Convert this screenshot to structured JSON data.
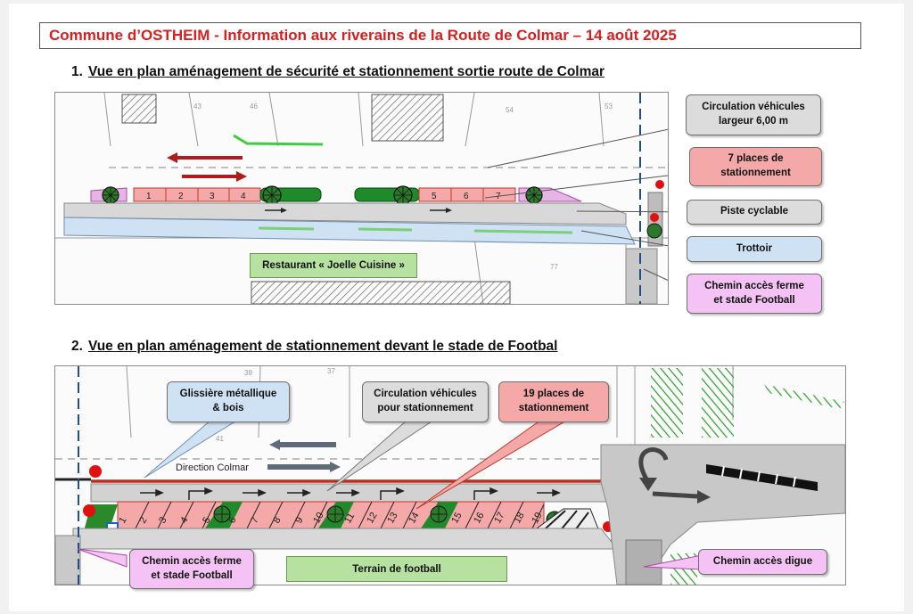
{
  "header": {
    "title": "Commune d’OSTHEIM - Information aux riverains de la Route de Colmar – 14 août 2025"
  },
  "section1": {
    "number": "1.",
    "title": "Vue en plan aménagement de sécurité et stationnement sortie route de Colmar",
    "parcel_numbers": [
      "43",
      "46",
      "54",
      "53",
      "77"
    ],
    "parking_numbers": [
      "1",
      "2",
      "3",
      "4",
      "5",
      "6",
      "7"
    ],
    "restaurant_label": "Restaurant « Joelle Cuisine »",
    "callouts": {
      "circulation": "Circulation véhicules\nlargeur 6,00 m",
      "parking": "7 places de\nstationnement",
      "bike": "Piste cyclable",
      "sidewalk": "Trottoir",
      "path": "Chemin accès ferme\net stade Football"
    }
  },
  "section2": {
    "number": "2.",
    "title": "Vue en plan aménagement de stationnement devant le stade de Footbal",
    "parcel_numbers": [
      "38",
      "37",
      "41"
    ],
    "parking_numbers": [
      "1",
      "2",
      "3",
      "4",
      "5",
      "6",
      "7",
      "8",
      "9",
      "10",
      "11",
      "12",
      "13",
      "14",
      "15",
      "16",
      "17",
      "18",
      "19"
    ],
    "direction_label": "Direction Colmar",
    "terrain_label": "Terrain de football",
    "callouts": {
      "barrier": "Glissière métallique\n& bois",
      "circulation": "Circulation véhicules\npour stationnement",
      "parking": "19 places de\nstationnement",
      "path": "Chemin accès ferme\net stade Football",
      "dike": "Chemin accès digue"
    }
  },
  "colors": {
    "title_red": "#d42020",
    "parking_red": "#f4a8a8",
    "parking_border": "#c0392b",
    "sidewalk_blue": "#cfe2f3",
    "green_label": "#b7e1a1",
    "callout_gray": "#dcdcdc",
    "callout_pink": "#f4c2f4",
    "divider_blue": "#1f4e8c"
  },
  "icons": [
    "tree-icon",
    "red-dot-icon",
    "u-turn-arrow-icon",
    "direction-arrow-icon"
  ]
}
